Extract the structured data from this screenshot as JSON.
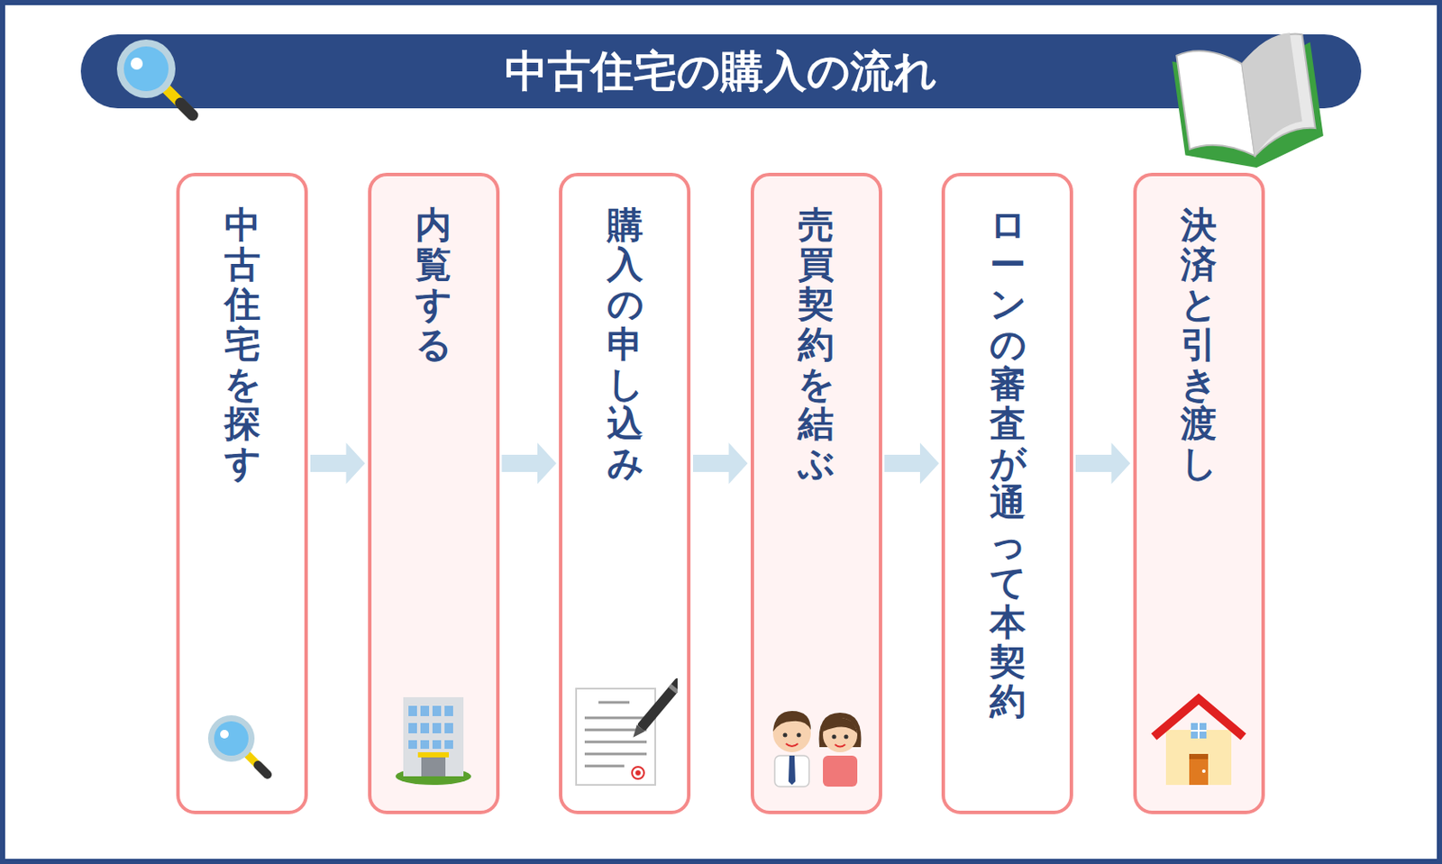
{
  "diagram": {
    "title": "中古住宅の購入の流れ",
    "nodes": [
      {
        "text": [
          "中古住宅を探す"
        ]
      },
      {
        "text": [
          "内覧する"
        ]
      },
      {
        "text": [
          "購入の申し込み"
        ]
      },
      {
        "text": [
          "売買契約を結ぶ"
        ]
      },
      {
        "text": [
          "ローンの審査が通って本契約"
        ]
      },
      {
        "text": [
          "決済と引き渡し"
        ]
      }
    ],
    "edges": [
      {
        "from": 0,
        "to": 1,
        "arrow": "to"
      },
      {
        "from": 1,
        "to": 2,
        "arrow": "to"
      },
      {
        "from": 2,
        "to": 3,
        "arrow": "to"
      },
      {
        "from": 3,
        "to": 4,
        "arrow": "to"
      },
      {
        "from": 4,
        "to": 5,
        "arrow": "to"
      }
    ]
  }
}
